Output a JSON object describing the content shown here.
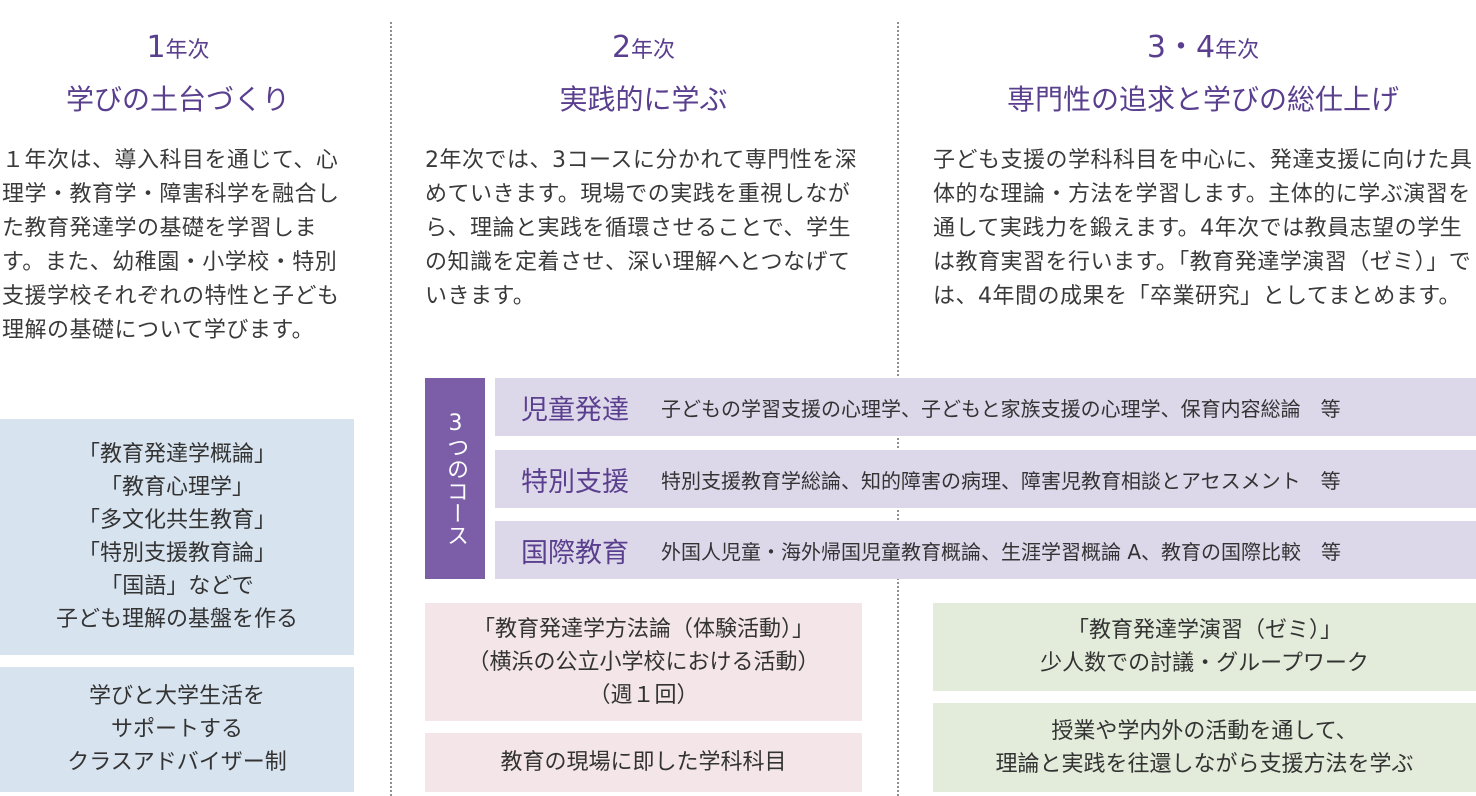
{
  "columns": [
    {
      "year_num": "1",
      "year_suffix": "年次",
      "heading": "学びの土台づくり",
      "paragraph": "１年次は、導入科目を通じて、心理学・教育学・障害科学を融合した教育発達学の基礎を学習します。また、幼稚園・小学校・特別支援学校それぞれの特性と子ども理解の基礎について学びます。",
      "boxes": [
        {
          "lines": [
            "「教育発達学概論」",
            "「教育心理学」",
            "「多文化共生教育」",
            "「特別支援教育論」",
            "「国語」などで",
            "子ども理解の基盤を作る"
          ]
        },
        {
          "lines": [
            "学びと大学生活を",
            "サポートする",
            "クラスアドバイザー制"
          ]
        }
      ]
    },
    {
      "year_num": "2",
      "year_suffix": "年次",
      "heading": "実践的に学ぶ",
      "paragraph": "2年次では、3コースに分かれて専門性を深めていきます。現場での実践を重視しながら、理論と実践を循環させることで、学生の知識を定着させ、深い理解へとつなげていきます。",
      "boxes": [
        {
          "lines": [
            "「教育発達学方法論（体験活動）」",
            "（横浜の公立小学校における活動）",
            "（週１回）"
          ]
        },
        {
          "lines": [
            "教育の現場に即した学科科目"
          ]
        }
      ]
    },
    {
      "year_num": "3・4",
      "year_suffix": "年次",
      "heading": "専門性の追求と学びの総仕上げ",
      "paragraph": "子ども支援の学科科目を中心に、発達支援に向けた具体的な理論・方法を学習します。主体的に学ぶ演習を通して実践力を鍛えます。4年次では教員志望の学生は教育実習を行います。「教育発達学演習（ゼミ）」では、4年間の成果を「卒業研究」としてまとめます。",
      "boxes": [
        {
          "lines": [
            "「教育発達学演習（ゼミ）」",
            "少人数での討議・グループワーク"
          ]
        },
        {
          "lines": [
            "授業や学内外の活動を通して、",
            "理論と実践を往還しながら支援方法を学ぶ"
          ]
        }
      ]
    }
  ],
  "courses": {
    "label": "3つのコース",
    "items": [
      {
        "name": "児童発達",
        "subjects": "子どもの学習支援の心理学、子どもと家族支援の心理学、保育内容総論　等"
      },
      {
        "name": "特別支援",
        "subjects": "特別支援教育学総論、知的障害の病理、障害児教育相談とアセスメント　等"
      },
      {
        "name": "国際教育",
        "subjects": "外国人児童・海外帰国児童教育概論、生涯学習概論 A、教育の国際比較　等"
      }
    ]
  },
  "colors": {
    "accent_purple": "#7b5ea7",
    "heading_purple": "#5a3f8e",
    "course_bg": "#ddd7ea",
    "blue_box": "#d7e3ef",
    "pink_box": "#f3e5e8",
    "green_box": "#e3ecda"
  }
}
